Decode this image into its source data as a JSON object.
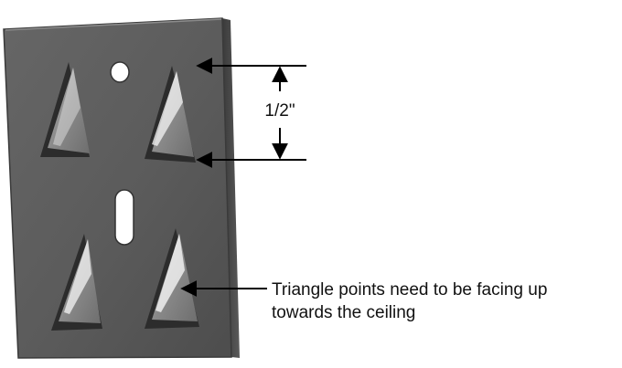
{
  "diagram": {
    "dimension_label": "1/2\"",
    "callout_line1": "Triangle points need to be facing up",
    "callout_line2": "towards the ceiling"
  },
  "colors": {
    "plate": "#5f5f5f",
    "plate_edge": "#3e3e3e",
    "plate_highlight": "#8a8a8a",
    "cutout": "#2c2c2c",
    "prong": "#9a9a9a",
    "prong_shine": "#e8e8e8",
    "hole": "#ffffff",
    "line": "#000000"
  }
}
